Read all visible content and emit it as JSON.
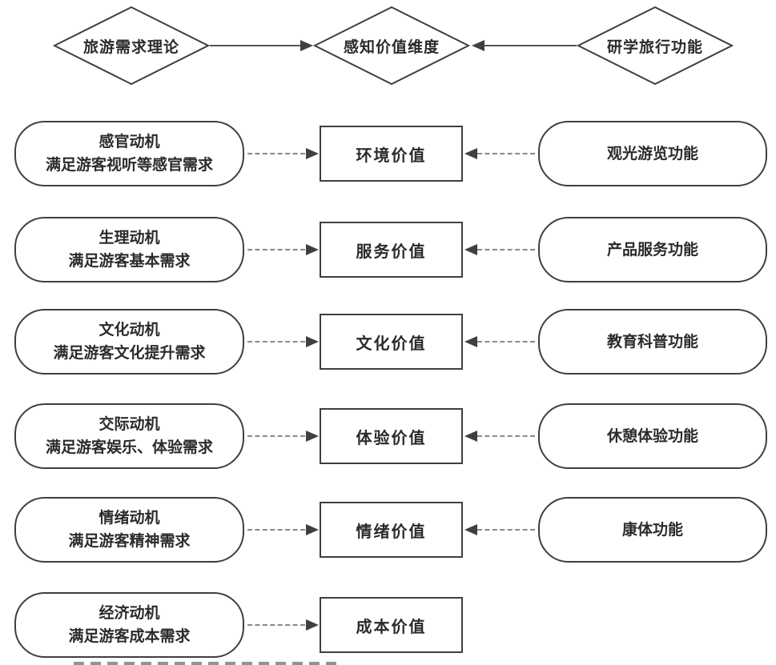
{
  "header": {
    "left_diamond": {
      "label": "旅游需求理论"
    },
    "center_diamond": {
      "label": "感知价值维度"
    },
    "right_diamond": {
      "label": "研学旅行功能"
    }
  },
  "rows": [
    {
      "motivation_title": "感官动机",
      "motivation_desc": "满足游客视听等感官需求",
      "value": "环境价值",
      "function": "观光游览功能"
    },
    {
      "motivation_title": "生理动机",
      "motivation_desc": "满足游客基本需求",
      "value": "服务价值",
      "function": "产品服务功能"
    },
    {
      "motivation_title": "文化动机",
      "motivation_desc": "满足游客文化提升需求",
      "value": "文化价值",
      "function": "教育科普功能"
    },
    {
      "motivation_title": "交际动机",
      "motivation_desc": "满足游客娱乐、体验需求",
      "value": "体验价值",
      "function": "休憩体验功能"
    },
    {
      "motivation_title": "情绪动机",
      "motivation_desc": "满足游客精神需求",
      "value": "情绪价值",
      "function": "康体功能"
    },
    {
      "motivation_title": "经济动机",
      "motivation_desc": "满足游客成本需求",
      "value": "成本价值",
      "function": null
    }
  ],
  "colors": {
    "shape_stroke": "#3f3f3f",
    "solid_line": "#555555",
    "dashed_line": "#8a8a8a",
    "arrowhead": "#3f3f3f",
    "text": "#2b2b2b",
    "background": "#ffffff"
  }
}
